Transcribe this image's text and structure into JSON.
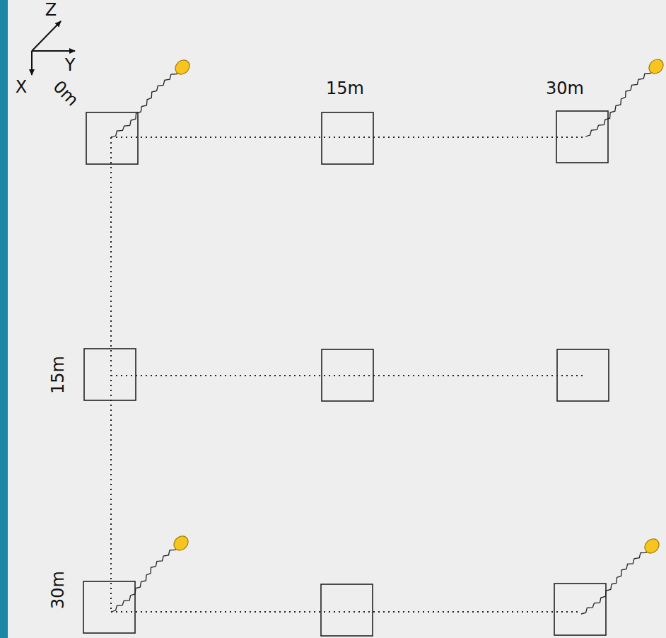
{
  "diagram": {
    "labels": [
      "Z",
      "Y",
      "X",
      "0m",
      "15m",
      "30m",
      "15m",
      "30m"
    ]
  }
}
